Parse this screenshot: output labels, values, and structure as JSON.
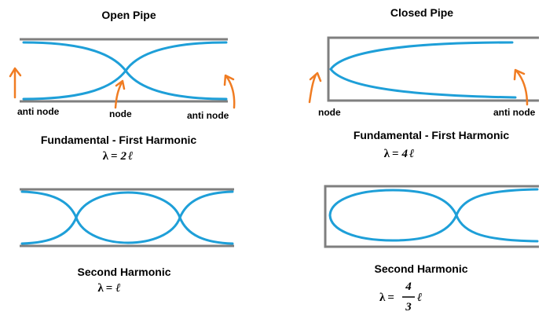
{
  "colors": {
    "pipe": "#7f7f7f",
    "wave": "#1e9fd8",
    "arrow": "#f07c22"
  },
  "open_pipe": {
    "title": "Open Pipe",
    "fundamental": {
      "labels": {
        "left": "anti node",
        "middle": "node",
        "right": "anti node"
      },
      "caption": "Fundamental - First Harmonic",
      "lambda_symbol": "λ",
      "equals": "=",
      "coefficient": "2",
      "length_symbol": "ℓ"
    },
    "second": {
      "caption": "Second  Harmonic",
      "lambda_symbol": "λ",
      "equals": "=",
      "length_symbol": "ℓ"
    }
  },
  "closed_pipe": {
    "title": "Closed Pipe",
    "fundamental": {
      "labels": {
        "left": "node",
        "right": "anti node"
      },
      "caption": "Fundamental - First Harmonic",
      "lambda_symbol": "λ",
      "equals": "=",
      "coefficient": "4",
      "length_symbol": "ℓ"
    },
    "second": {
      "caption": "Second  Harmonic",
      "lambda_symbol": "λ",
      "equals": "=",
      "numerator": "4",
      "denominator": "3",
      "length_symbol": "ℓ"
    }
  }
}
